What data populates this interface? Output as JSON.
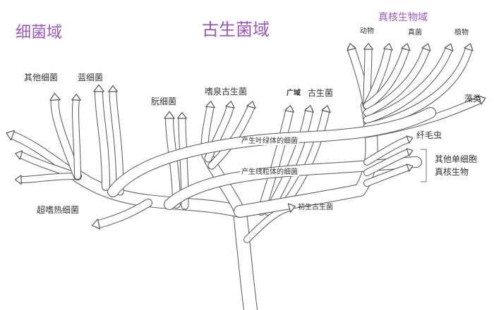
{
  "colors": {
    "domain": "#9b59b6",
    "ink": "#333333",
    "branch": "#555555"
  },
  "domains": {
    "bacteria": "细菌域",
    "archaea": "古生菌域",
    "eukarya": "真核生物域"
  },
  "labels": {
    "other_bacteria": "其他细菌",
    "cyanobacteria": "蓝细菌",
    "thermotoga": "超嗜热细菌",
    "methanogens": "朊细菌",
    "thermophiles": "嗜泉古生菌",
    "euryarchaea": "广域",
    "euryarchaea_suffix": "古生菌",
    "primitive_archaea": "初生古生菌",
    "animals": "动物",
    "fungi": "真菌",
    "plants": "植物",
    "algae": "藻类",
    "ciliates": "纤毛虫",
    "other_eukaryotes_1": "其他单细胞",
    "other_eukaryotes_2": "真核生物",
    "chloroplast_bacteria": "产生叶绿体的细菌",
    "mitochondria_bacteria": "产生线粒体的细菌"
  }
}
